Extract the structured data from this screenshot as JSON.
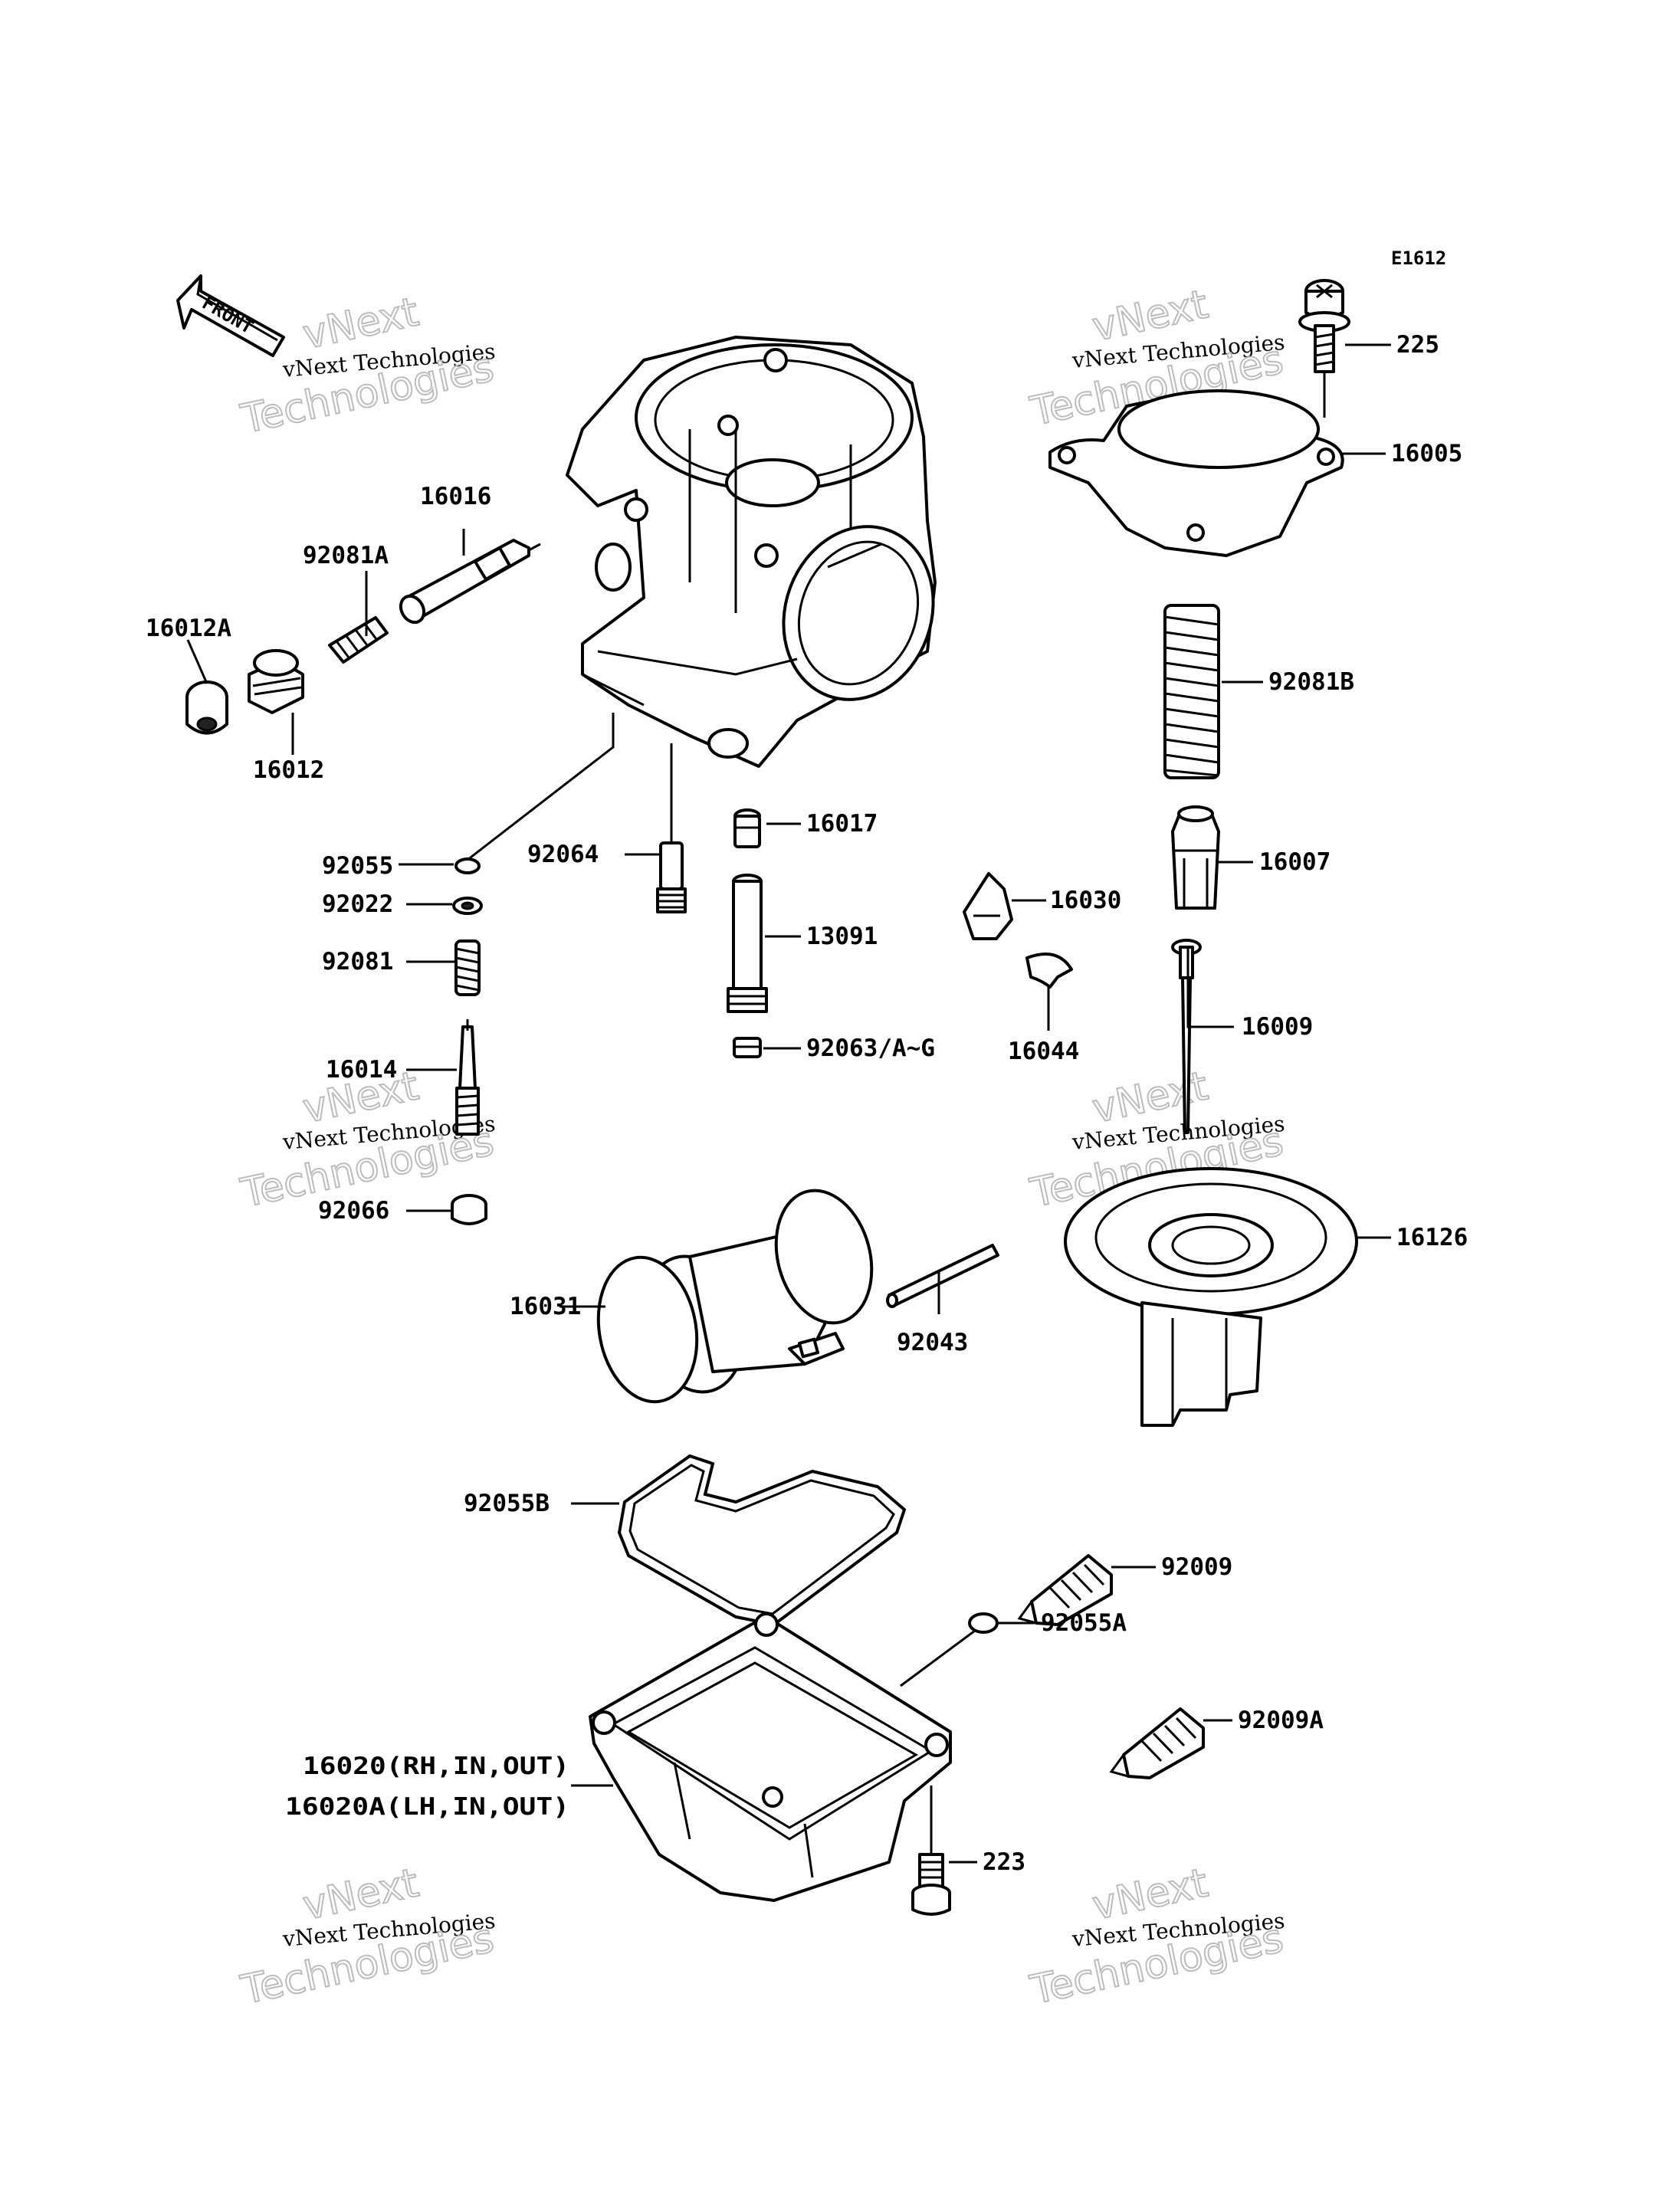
{
  "diagram": {
    "code": "E1612",
    "front_label": "FRONT",
    "watermark": {
      "line1": "vNext Technologies",
      "line2": "vNext",
      "line3": "Technologies"
    },
    "parts": [
      {
        "label": "225"
      },
      {
        "label": "16005"
      },
      {
        "label": "16016"
      },
      {
        "label": "92081A"
      },
      {
        "label": "16012A"
      },
      {
        "label": "16012"
      },
      {
        "label": "92081B"
      },
      {
        "label": "16017"
      },
      {
        "label": "92055"
      },
      {
        "label": "92064"
      },
      {
        "label": "16007"
      },
      {
        "label": "16030"
      },
      {
        "label": "92022"
      },
      {
        "label": "13091"
      },
      {
        "label": "92081"
      },
      {
        "label": "16009"
      },
      {
        "label": "92063/A~G"
      },
      {
        "label": "16044"
      },
      {
        "label": "16014"
      },
      {
        "label": "92066"
      },
      {
        "label": "16126"
      },
      {
        "label": "16031"
      },
      {
        "label": "92043"
      },
      {
        "label": "92055B"
      },
      {
        "label": "92009"
      },
      {
        "label": "92055A"
      },
      {
        "label": "92009A"
      },
      {
        "label": "16020(RH,IN,OUT)"
      },
      {
        "label": "16020A(LH,IN,OUT)"
      },
      {
        "label": "223"
      }
    ]
  }
}
